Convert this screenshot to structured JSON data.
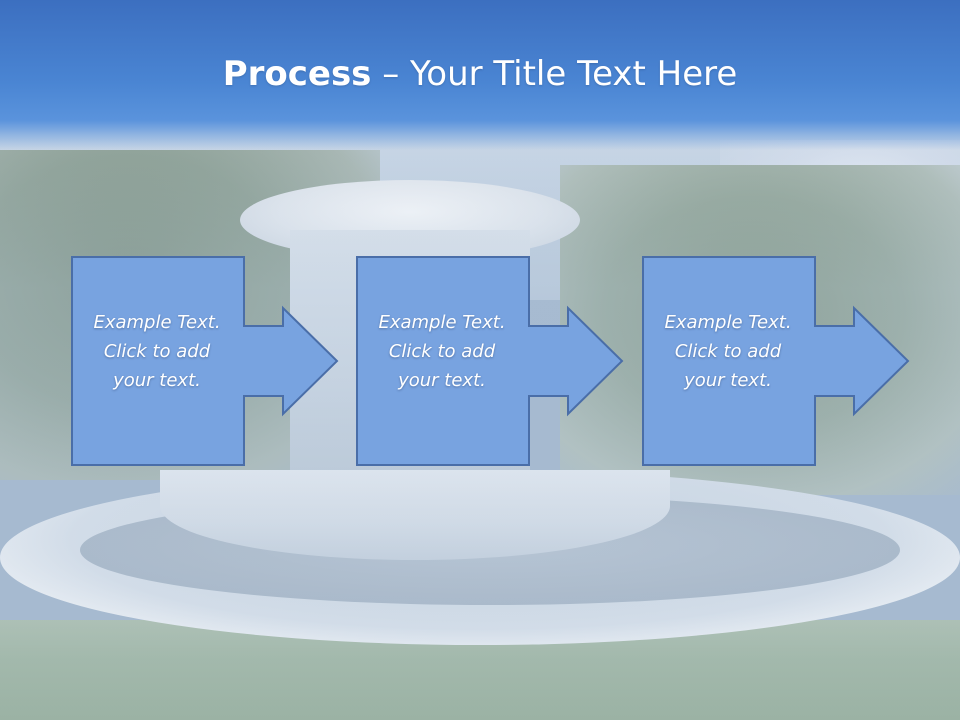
{
  "slide": {
    "title_bold": "Process",
    "title_rest": " – Your Title Text Here"
  },
  "steps": [
    {
      "text": "Example Text.\nClick  to add\nyour text."
    },
    {
      "text": "Example Text.\nClick  to add\nyour text."
    },
    {
      "text": "Example Text.\nClick  to add\nyour text."
    }
  ],
  "colors": {
    "box_fill": "#78a3e0",
    "box_stroke": "#4a6ea8",
    "title_band": "#4a85d3"
  }
}
